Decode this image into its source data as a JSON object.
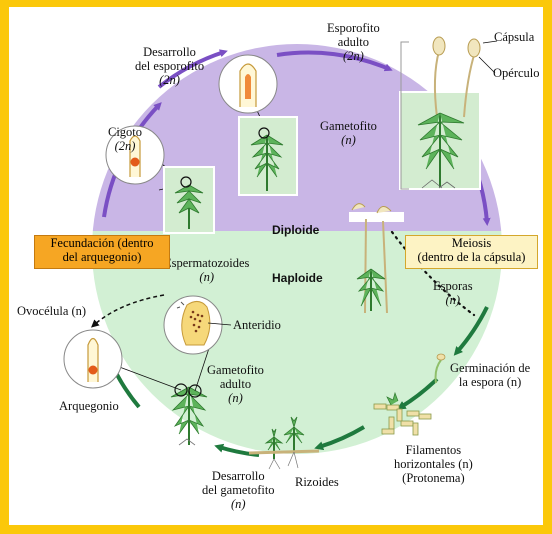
{
  "colors": {
    "frame": "#fbc80a",
    "diploid_fill": "#c9b6e6",
    "haploid_fill": "#d2f0d4",
    "diploid_arrow": "#7a4fc4",
    "haploid_arrow": "#1f7a3e",
    "fecundacion_box": "#f6a623",
    "meiosis_box": "#fdf3c4",
    "plant_green": "#4aa34a"
  },
  "phases": {
    "diploid": "Diploide",
    "haploid": "Haploide"
  },
  "stages": {
    "cigoto": {
      "l1": "Cigoto",
      "l2": "(2n)"
    },
    "desarrollo_esporofito": {
      "l1": "Desarrollo",
      "l2": "del esporofito",
      "l3": "(2n)"
    },
    "esporofito_adulto": {
      "l1": "Esporofito",
      "l2": "adulto",
      "l3": "(2n)"
    },
    "capsula": "Cápsula",
    "operculo": "Opérculo",
    "gametofito": {
      "l1": "Gametofito",
      "l2": "(n)"
    },
    "meiosis": {
      "l1": "Meiosis",
      "l2": "(dentro de la cápsula)"
    },
    "esporas": {
      "l1": "Esporas",
      "l2": "(n)"
    },
    "germinacion": {
      "l1": "Germinación de",
      "l2": "la espora (n)"
    },
    "filamentos": {
      "l1": "Filamentos",
      "l2": "horizontales (n)",
      "l3": "(Protonema)"
    },
    "rizoides": "Rizoides",
    "desarrollo_gametofito": {
      "l1": "Desarrollo",
      "l2": "del gametofito",
      "l3": "(n)"
    },
    "gametofito_adulto": {
      "l1": "Gametofito",
      "l2": "adulto",
      "l3": "(n)"
    },
    "arquegonio": "Arquegonio",
    "ovocelula": "Ovocélula (n)",
    "espermatozoides": {
      "l1": "Espermatozoides",
      "l2": "(n)"
    },
    "anteridio": "Anteridio",
    "fecundacion": {
      "l1": "Fecundación (dentro",
      "l2": "del arquegonio)"
    }
  }
}
